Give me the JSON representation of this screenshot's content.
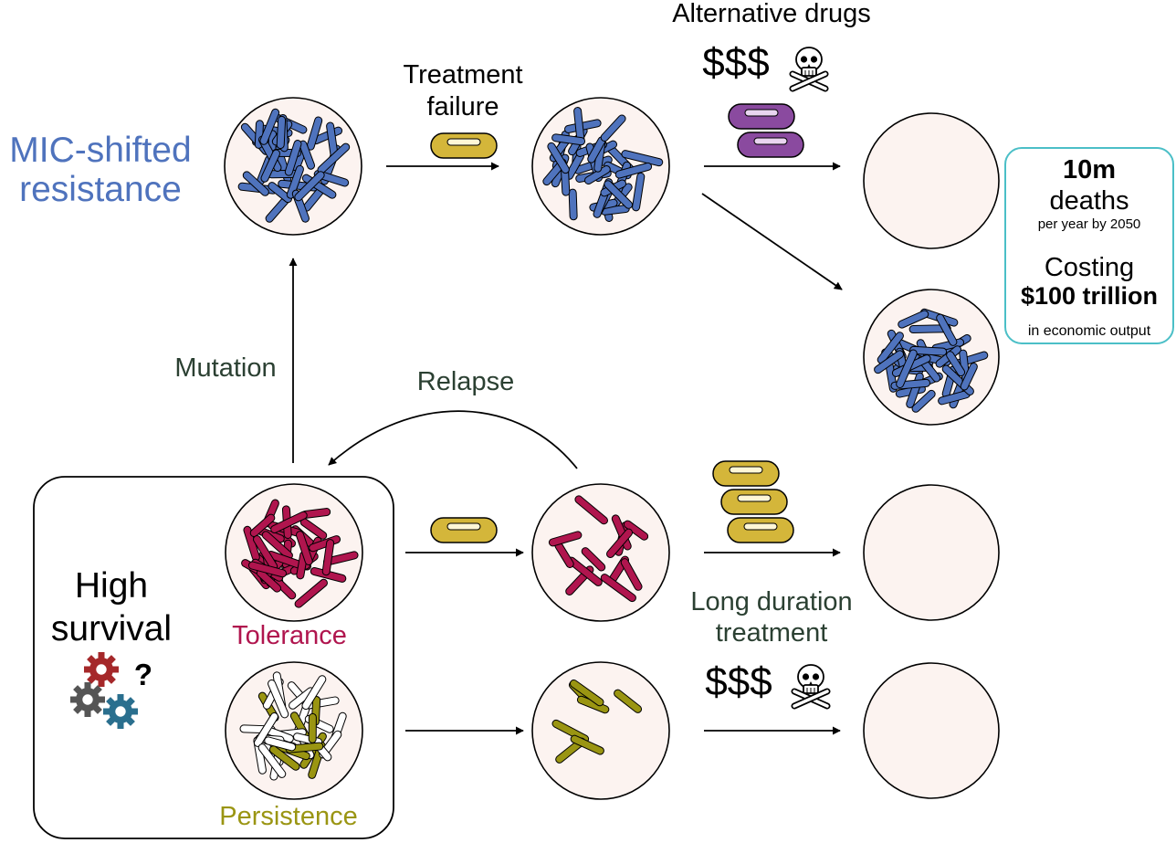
{
  "labels": {
    "mic_line1": "MIC-shifted",
    "mic_line2": "resistance",
    "treatment_line1": "Treatment",
    "treatment_line2": "failure",
    "alt_drugs": "Alternative drugs",
    "cost_top": "$$$",
    "cost_bottom": "$$$",
    "mutation": "Mutation",
    "relapse": "Relapse",
    "high_line1": "High",
    "high_line2": "survival",
    "question": "?",
    "tolerance": "Tolerance",
    "persistence": "Persistence",
    "long_line1": "Long duration",
    "long_line2": "treatment"
  },
  "info_box": {
    "deaths_count": "10m",
    "deaths_label": "deaths",
    "deaths_timeframe": "per year by 2050",
    "costing": "Costing",
    "amount": "$100 trillion",
    "output": "in economic output"
  },
  "colors": {
    "resistance_blue": "#4f73bd",
    "tolerance_red": "#b0154e",
    "persistence_olive": "#9a9512",
    "pill_gold": "#d4b63a",
    "pill_purple": "#8a4a9f",
    "dish_fill": "#fcf3f0",
    "box_border_teal": "#4bbfc7",
    "label_dark_green": "#2b4032",
    "gear_red": "#a5282a",
    "gear_grey": "#555555",
    "gear_teal": "#2a6f8e"
  },
  "icons": [
    "skull-crossbones-icon",
    "gear-icon",
    "pill-icon",
    "petri-dish-icon",
    "arrow-icon"
  ]
}
